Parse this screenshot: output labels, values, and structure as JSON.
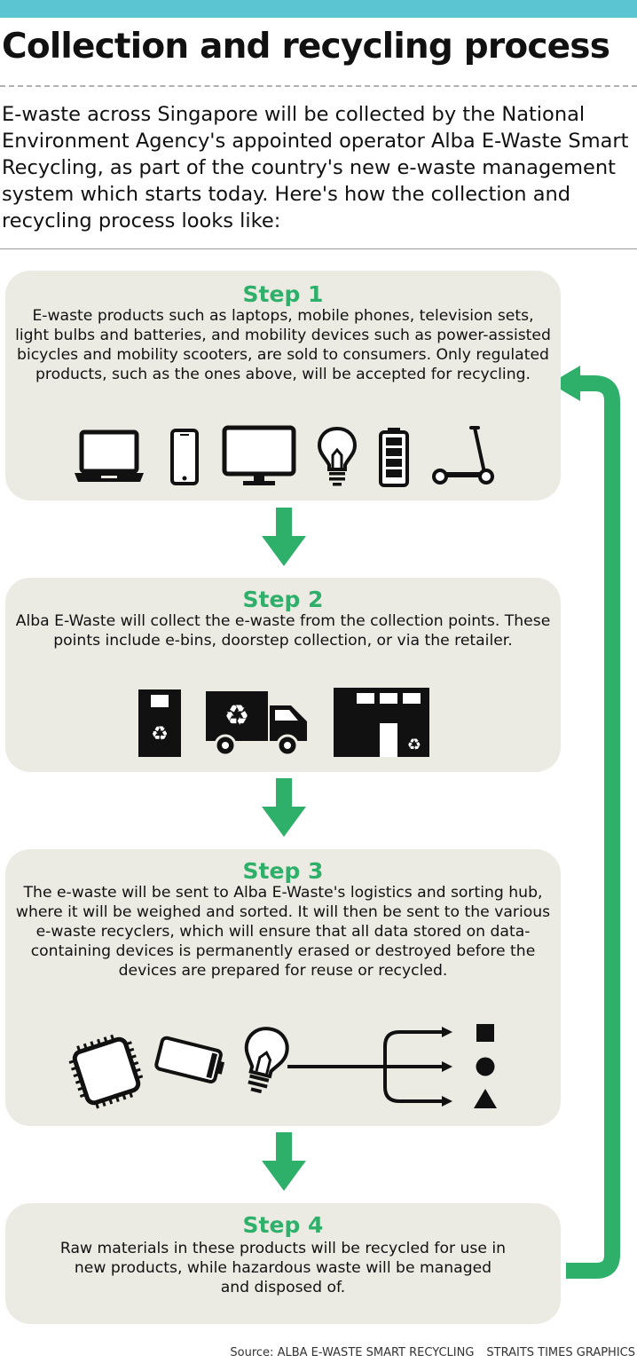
{
  "header": {
    "title": "Collection and recycling process",
    "intro": "E-waste across Singapore will be collected by the National Environment Agency's appointed operator Alba E-Waste Smart Recycling, as part of the country's new e-waste management system which starts today. Here's how the collection and recycling process looks like:"
  },
  "steps": [
    {
      "title": "Step 1",
      "text": "E-waste products such as laptops, mobile phones, television sets, light bulbs and batteries, and mobility devices such as power-assisted bicycles and mobility scooters, are sold to consumers. Only regulated products, such as the ones above, will be accepted for recycling.",
      "icons": [
        "laptop-icon",
        "mobile-phone-icon",
        "television-icon",
        "light-bulb-icon",
        "battery-icon",
        "scooter-icon"
      ]
    },
    {
      "title": "Step 2",
      "text": "Alba E-Waste will collect the e-waste from the collection points. These points include e-bins, doorstep collection, or via the retailer.",
      "icons": [
        "e-bin-icon",
        "recycling-truck-icon",
        "retail-store-icon"
      ]
    },
    {
      "title": "Step 3",
      "text": "The e-waste will be sent to Alba E-Waste's logistics and sorting hub, where it will be weighed and sorted. It will then be sent to the various e-waste recyclers, which will ensure that all data stored on data-containing devices is permanently erased or destroyed before the devices are prepared for reuse or recycled.",
      "icons": [
        "microchip-icon",
        "battery-icon",
        "light-bulb-icon",
        "sorting-arrows-icon",
        "square-icon",
        "circle-icon",
        "triangle-icon"
      ]
    },
    {
      "title": "Step 4",
      "text": "Raw materials in these products will be recycled for use in new products, while hazardous waste will be managed and disposed of."
    }
  ],
  "footer": {
    "source": "Source: ALBA E-WASTE SMART RECYCLING",
    "credit": "STRAITS TIMES GRAPHICS"
  },
  "colors": {
    "accent_bar": "#5bc6d2",
    "step_title": "#2fb06a",
    "arrow": "#2fb06a",
    "box": "#ecebe3"
  }
}
